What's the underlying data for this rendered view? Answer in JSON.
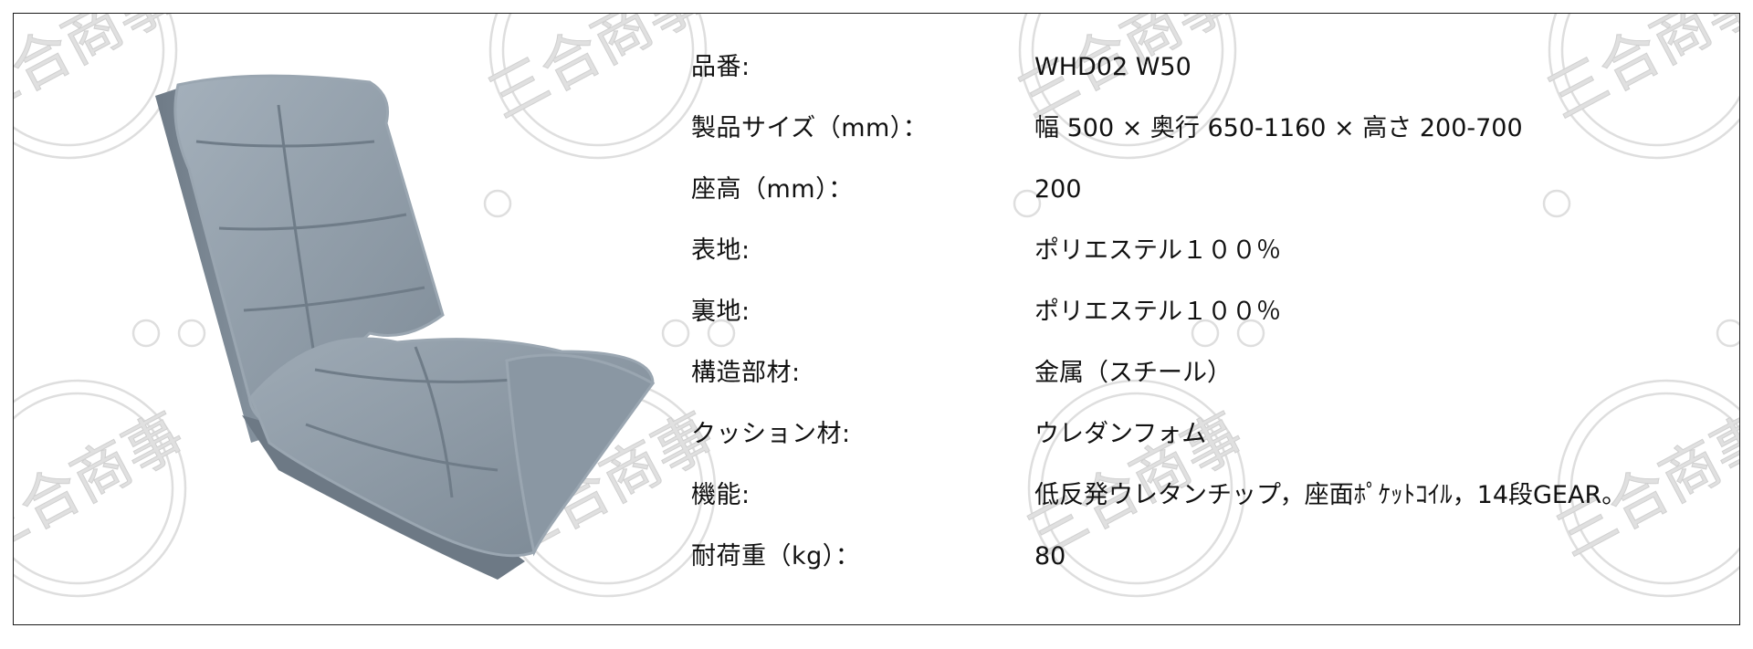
{
  "watermark": {
    "text": "三合商事",
    "color": "#dcdcdc"
  },
  "product": {
    "image_icon": "floor-chair-photo",
    "fabric_color": "#8d9aa6"
  },
  "specs": [
    {
      "label": "品番:",
      "value": "WHD02 W50"
    },
    {
      "label": "製品サイズ（mm）：",
      "value": "幅 500 × 奥行 650-1160 × 高さ 200-700"
    },
    {
      "label": "座高（mm）：",
      "value": "200"
    },
    {
      "label": "表地:",
      "value": "ポリエステル１００％"
    },
    {
      "label": "裏地:",
      "value": "ポリエステル１００％"
    },
    {
      "label": "構造部材:",
      "value": "金属（スチール）"
    },
    {
      "label": "クッション材:",
      "value": "ウレダンフォム"
    },
    {
      "label": "機能:",
      "value": "低反発ウレタンチップ，座面ﾎﾟｹｯﾄｺｲﾙ，14段GEAR。"
    },
    {
      "label": "耐荷重（kg）：",
      "value": "80"
    }
  ]
}
